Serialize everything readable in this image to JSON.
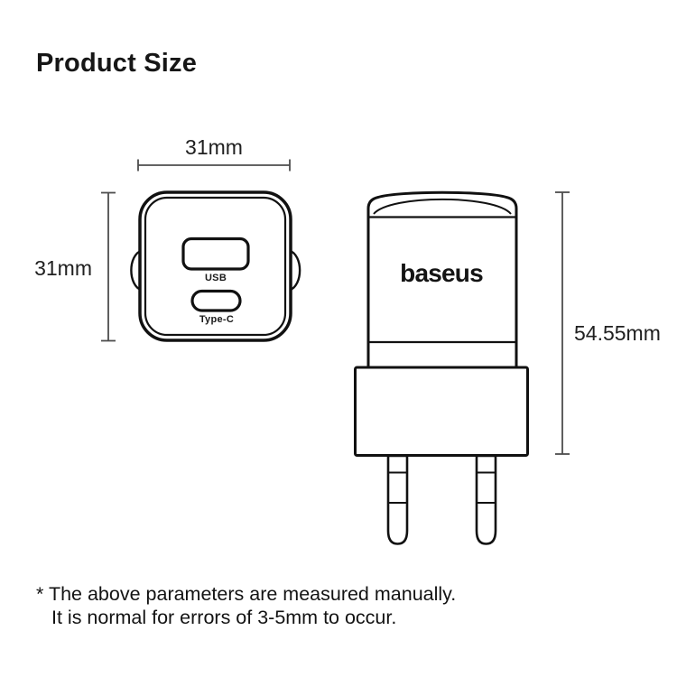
{
  "page": {
    "title": "Product Size",
    "background_color": "#ffffff"
  },
  "front_view": {
    "name": "charger front face",
    "width_dimension": "31mm",
    "height_dimension": "31mm",
    "ports": [
      {
        "label": "USB"
      },
      {
        "label": "Type-C"
      }
    ]
  },
  "side_view": {
    "name": "charger side profile with EU plug pins",
    "brand": "baseus",
    "height_dimension": "54.55mm"
  },
  "footnote": {
    "line1": "* The above parameters are measured manually.",
    "line2": "It is normal for errors of 3-5mm to occur."
  },
  "colors": {
    "outline": "#111111",
    "dimension_line": "#4d4d4d",
    "text": "#151515",
    "background": "#ffffff"
  }
}
